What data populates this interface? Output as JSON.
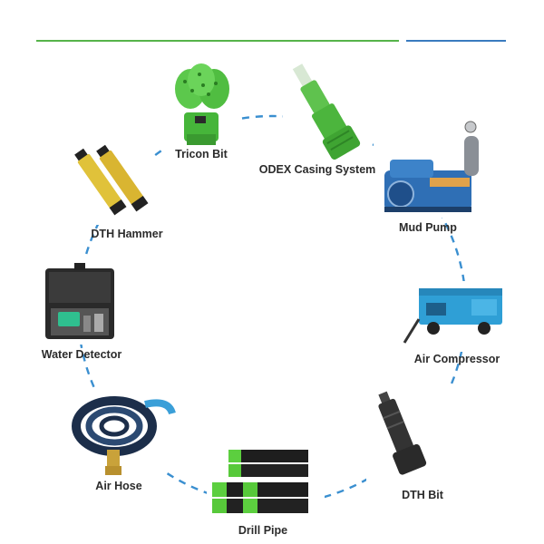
{
  "colors": {
    "accent_green": "#56b34a",
    "accent_blue": "#3a7bbf",
    "circle_dash": "#3a8fd0",
    "label_text": "#2b2b2b"
  },
  "items": [
    {
      "id": "tricon-bit",
      "label": "Tricon Bit",
      "icon": "tricon-bit-icon"
    },
    {
      "id": "odex-casing-system",
      "label": "ODEX Casing System",
      "icon": "odex-casing-icon"
    },
    {
      "id": "mud-pump",
      "label": "Mud Pump",
      "icon": "mud-pump-icon"
    },
    {
      "id": "air-compressor",
      "label": "Air  Compressor",
      "icon": "air-compressor-icon"
    },
    {
      "id": "dth-bit",
      "label": "DTH Bit",
      "icon": "dth-bit-icon"
    },
    {
      "id": "drill-pipe",
      "label": "Drill Pipe",
      "icon": "drill-pipe-icon"
    },
    {
      "id": "air-hose",
      "label": "Air Hose",
      "icon": "air-hose-icon"
    },
    {
      "id": "water-detector",
      "label": "Water Detector",
      "icon": "water-detector-icon"
    },
    {
      "id": "dth-hammer",
      "label": "DTH Hammer",
      "icon": "dth-hammer-icon"
    }
  ]
}
